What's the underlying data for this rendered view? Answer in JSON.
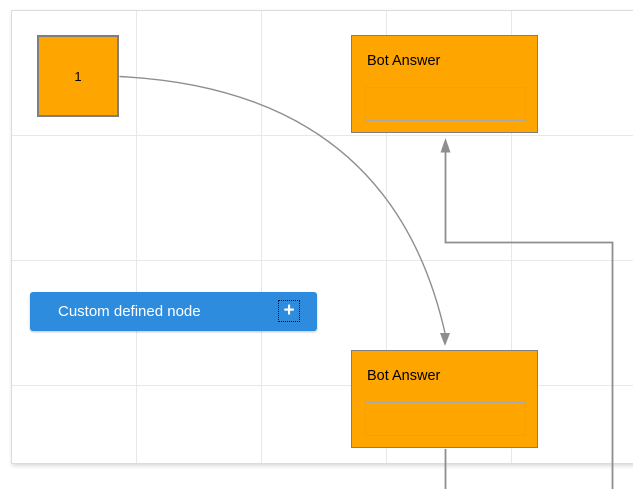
{
  "diagram": {
    "nodes": [
      {
        "id": "start-node",
        "type": "square",
        "label": "1"
      },
      {
        "id": "bot-answer-top",
        "type": "bot-answer",
        "label": "Bot Answer",
        "input_value": ""
      },
      {
        "id": "bot-answer-bottom",
        "type": "bot-answer",
        "label": "Bot Answer",
        "input_value": ""
      }
    ],
    "links": [
      {
        "id": "curved-link",
        "from": "start-node",
        "to": "bot-answer-bottom",
        "style": "curved",
        "arrow": "down"
      },
      {
        "id": "orthogonal-link",
        "from": "bot-answer-bottom",
        "to": "bot-answer-top",
        "style": "orthogonal",
        "arrow": "up"
      }
    ]
  },
  "palette": {
    "button_label": "Custom defined node",
    "plus_glyph": "+"
  },
  "colors": {
    "node-orange": "#FFA500",
    "node-border": "#7F7F7F",
    "input-border": "#A8A8A8",
    "node-text": "#000000",
    "button-blue": "#2E8CDE",
    "button-text": "#FFFFFF",
    "connector": "#8E8E8E",
    "grid-line": "#E8E8E8",
    "paper-border": "#DCDCDC"
  }
}
